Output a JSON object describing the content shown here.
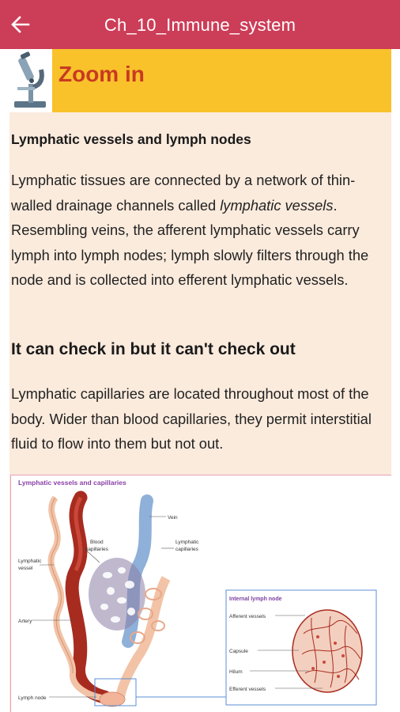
{
  "appbar": {
    "title": "Ch_10_Immune_system",
    "back_icon": "arrow-left-icon",
    "color": "#cc3d58"
  },
  "banner": {
    "title": "Zoom in",
    "icon": "microscope-icon",
    "color": "#f9c22b",
    "title_color": "#c83a21"
  },
  "section1": {
    "heading": "Lymphatic vessels and lymph nodes",
    "text_before": "Lymphatic tissues are connected by a network of thin-walled drainage channels called ",
    "text_italic": "lymphatic vessels",
    "text_after": ". Resembling veins, the afferent lymphatic vessels carry lymph into lymph nodes; lymph slowly filters through the node and is collected into efferent lymphatic vessels."
  },
  "section2": {
    "heading": "It can check in but it can't check out",
    "text": "Lymphatic capillaries are located throughout most of the body. Wider than blood capillaries, they permit interstitial fluid to flow into them but not out."
  },
  "figure": {
    "title": "Lymphatic vessels and capillaries",
    "labels": {
      "vein": "Vein",
      "lymphatic_capillaries_1": "Lymphatic",
      "lymphatic_capillaries_2": "capillaries",
      "blood_capillaries_1": "Blood",
      "blood_capillaries_2": "capillaries",
      "lymphatic_vessel_1": "Lymphatic",
      "lymphatic_vessel_2": "vessel",
      "artery": "Artery",
      "lymph_node": "Lymph node"
    },
    "inset": {
      "title": "Internal lymph node",
      "afferent": "Afferent vessels",
      "capsule": "Capsule",
      "hilum": "Hilum",
      "efferent": "Efferent vessels"
    }
  },
  "colors": {
    "background": "#fbebdd",
    "artery": "#a82b1f",
    "vein": "#8fb0d8",
    "lymph": "#f2c3a6"
  }
}
